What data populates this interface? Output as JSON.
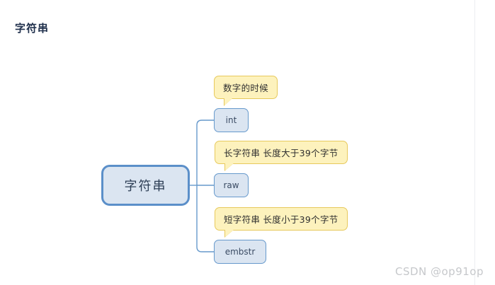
{
  "page": {
    "title": "字符串",
    "watermark": "CSDN @op91op",
    "background_color": "#ffffff"
  },
  "colors": {
    "title_text": "#21314d",
    "node_fill": "#dbe5f1",
    "node_border": "#6699cc",
    "root_border": "#5b8fc9",
    "callout_fill": "#fdf2bd",
    "callout_border": "#e7c95c",
    "connector": "#6699cc",
    "watermark_text": "#c6c8cb"
  },
  "diagram": {
    "type": "mindmap",
    "root": {
      "label": "字符串"
    },
    "branches": [
      {
        "id": "int",
        "node_label": "int",
        "callout_label": "数字的时候"
      },
      {
        "id": "raw",
        "node_label": "raw",
        "callout_label": "长字符串 长度大于39个字节"
      },
      {
        "id": "embstr",
        "node_label": "embstr",
        "callout_label": "短字符串 长度小于39个字节"
      }
    ]
  }
}
